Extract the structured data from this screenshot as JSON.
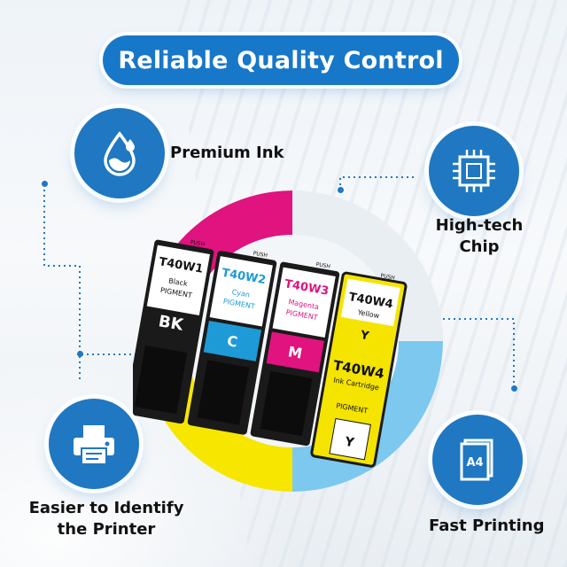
{
  "title": "Reliable Quality Control",
  "features": {
    "premium_ink": {
      "label": "Premium Ink",
      "icon": "ink-drop-icon"
    },
    "high_tech_chip": {
      "line1": "High-tech",
      "line2": "Chip",
      "icon": "chip-icon"
    },
    "identify_printer": {
      "line1": "Easier to Identify",
      "line2": "the Printer",
      "icon": "printer-icon"
    },
    "fast_printing": {
      "label": "Fast Printing",
      "icon": "a4-paper-icon"
    }
  },
  "cartridges": [
    {
      "model": "T40W1",
      "color_name": "Black",
      "ink": "PIGMENT",
      "code": "BK",
      "push": "PUSH",
      "color": "#111111"
    },
    {
      "model": "T40W2",
      "color_name": "Cyan",
      "ink": "PIGMENT",
      "code": "C",
      "push": "PUSH",
      "color": "#1e9ad6"
    },
    {
      "model": "T40W3",
      "color_name": "Magenta",
      "ink": "PIGMENT",
      "code": "M",
      "push": "PUSH",
      "color": "#e0137f"
    },
    {
      "model": "T40W4",
      "color_name": "Yellow",
      "ink": "PIGMENT",
      "code": "Y",
      "push": "PUSH",
      "sub": "Ink Cartridge",
      "color": "#f5e400"
    }
  ],
  "colors": {
    "accent": "#1f78c1",
    "magenta": "#e0137f",
    "yellow": "#f7e600",
    "cyan": "#7cc8ef"
  }
}
